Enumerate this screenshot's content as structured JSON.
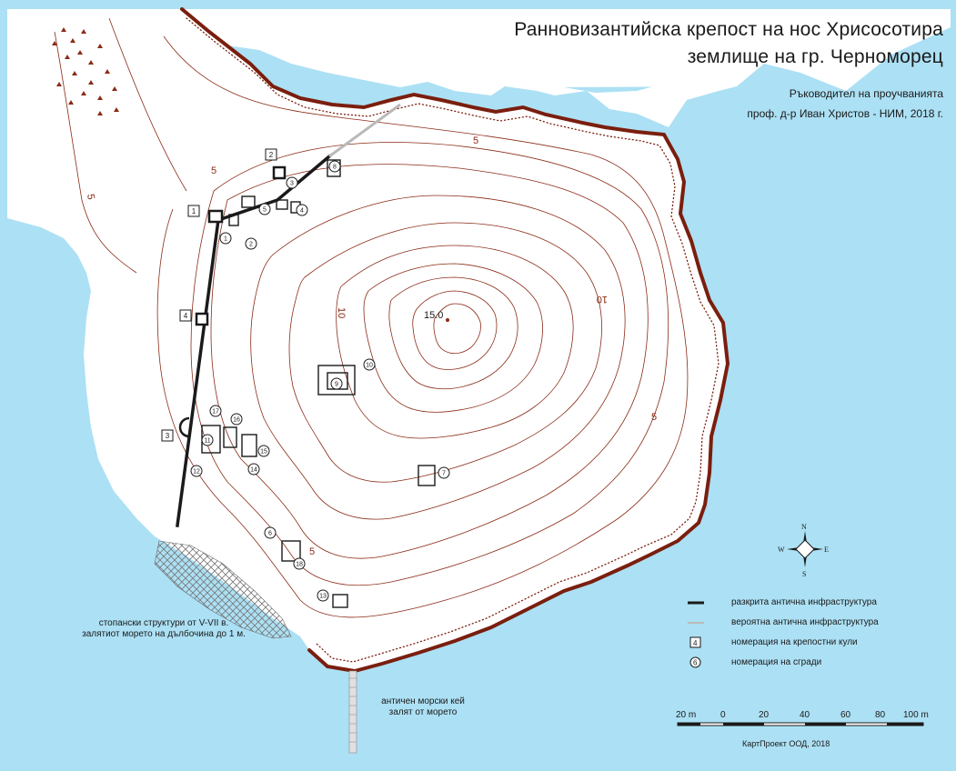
{
  "title": {
    "line1": "Ранновизантийска крепост на нос Хрисосотира",
    "line2": "землище на гр. Черноморец"
  },
  "subtitle": {
    "line1": "Ръководител на проучванията",
    "line2": "проф. д-р Иван Христов - НИМ, 2018 г."
  },
  "colors": {
    "sea": "#ace0f4",
    "land": "#ffffff",
    "contour": "#8a2b16",
    "cliff": "#7a1e0e",
    "wall": "#1a1a1a",
    "probable_wall": "#b9b9b9"
  },
  "peak_label": "15.0",
  "contour_labels": [
    "5",
    "5",
    "5",
    "5",
    "5",
    "10",
    "10"
  ],
  "towers": [
    "1",
    "2",
    "3",
    "4"
  ],
  "buildings": [
    "1",
    "2",
    "3",
    "4",
    "5",
    "6",
    "7",
    "8",
    "9",
    "10",
    "11",
    "12",
    "13",
    "14",
    "15",
    "16",
    "17",
    "18"
  ],
  "annotations": {
    "submerged_line1": "стопански структури от V-VII в.",
    "submerged_line2": "залятиот морето на дълбочина до 1 м.",
    "quay_line1": "античен морски кей",
    "quay_line2": "залят от морето"
  },
  "compass": {
    "n": "N",
    "s": "S",
    "e": "E",
    "w": "W"
  },
  "legend": [
    {
      "symbol": "solid-line",
      "label": "разкрита антична инфраструктура"
    },
    {
      "symbol": "grey-line",
      "label": "вероятна антична инфраструктура"
    },
    {
      "symbol": "tower-box",
      "sample": "4",
      "label": "номерация на крепостни кули"
    },
    {
      "symbol": "building-circle",
      "sample": "6",
      "label": "номерация на сгради"
    }
  ],
  "scale": {
    "ticks": [
      "20 m",
      "0",
      "20",
      "40",
      "60",
      "80",
      "100 m"
    ]
  },
  "credit": "КартПроект ООД, 2018"
}
